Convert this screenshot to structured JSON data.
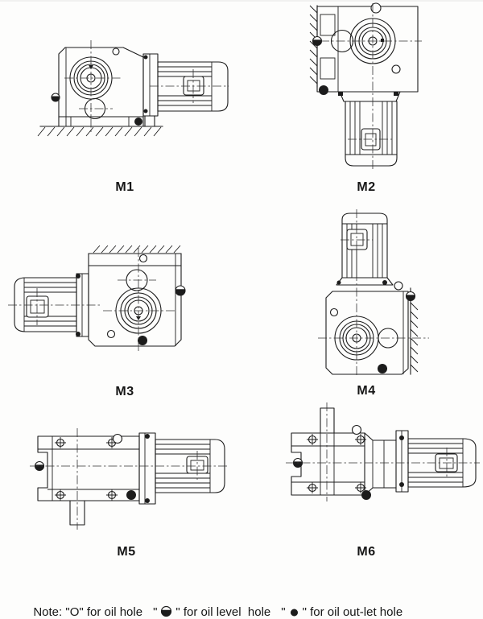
{
  "colors": {
    "ink": "#1c1c1c",
    "paper": "#fdfdfc"
  },
  "figures": [
    {
      "label": "M1"
    },
    {
      "label": "M2"
    },
    {
      "label": "M3"
    },
    {
      "label": "M4"
    },
    {
      "label": "M5"
    },
    {
      "label": "M6"
    }
  ],
  "note": {
    "part1": "Note: \"O\" for oil hole",
    "part2_open": "\"",
    "part2_rest": "\" for oil level  hole",
    "part3_open": "\"",
    "part3_rest": "\" for oil out-let hole"
  }
}
